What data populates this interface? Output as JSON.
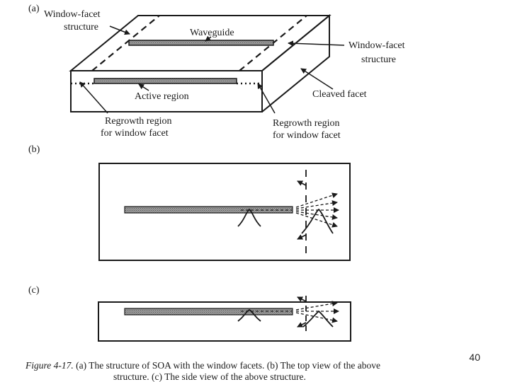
{
  "panels": {
    "a": "(a)",
    "b": "(b)",
    "c": "(c)"
  },
  "labels": {
    "window_facet_left_1": "Window-facet",
    "window_facet_left_2": "structure",
    "waveguide": "Waveguide",
    "window_facet_right_1": "Window-facet",
    "window_facet_right_2": "structure",
    "active_region": "Active region",
    "cleaved_facet": "Cleaved facet",
    "regrowth_left_1": "Regrowth region",
    "regrowth_left_2": "for window facet",
    "regrowth_right_1": "Regrowth region",
    "regrowth_right_2": "for window facet"
  },
  "caption": {
    "prefix": "Figure 4-17.",
    "line1": " (a) The structure of SOA with the window facets. (b) The top view of the above",
    "line2": "structure. (c) The side view of the above structure."
  },
  "page_number": "40",
  "colors": {
    "line": "#1a1a1a",
    "waveguide_fill": "#8a8a8a",
    "background": "#ffffff"
  }
}
